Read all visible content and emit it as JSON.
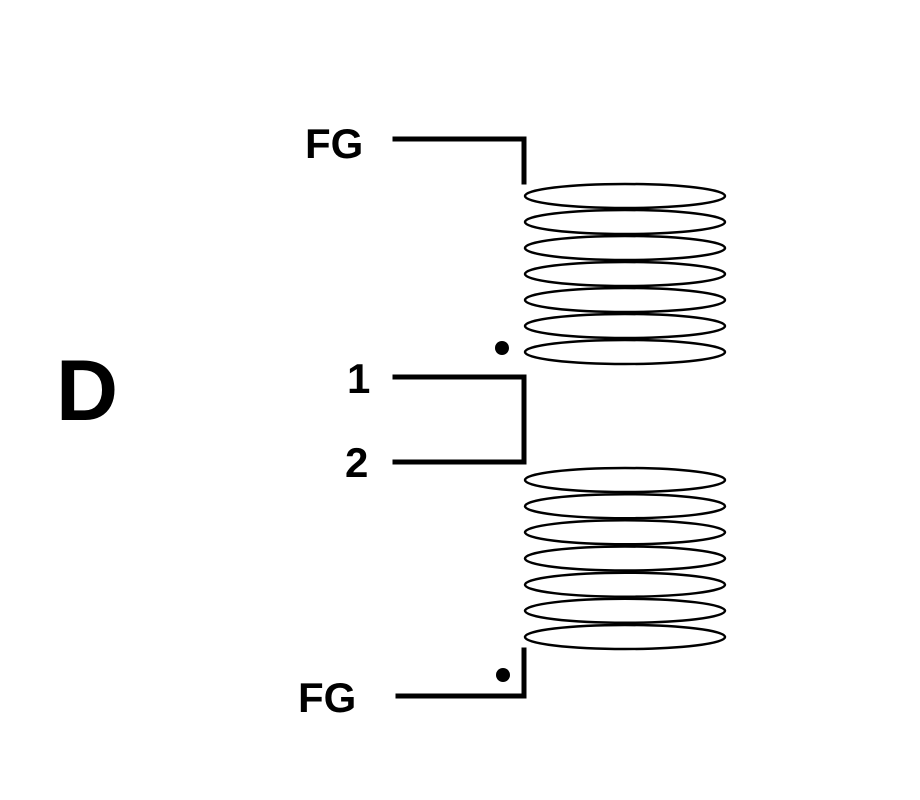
{
  "diagram": {
    "letter": "D",
    "terminals": {
      "top": "FG",
      "pin1": "1",
      "pin2": "2",
      "bottom": "FG"
    },
    "coils": [
      {
        "name": "upper-winding",
        "turns": 7,
        "polarity_dot": "bottom-left"
      },
      {
        "name": "lower-winding",
        "turns": 7,
        "polarity_dot": "bottom-left"
      }
    ],
    "colors": {
      "ink": "#000000",
      "background": "#ffffff"
    }
  }
}
